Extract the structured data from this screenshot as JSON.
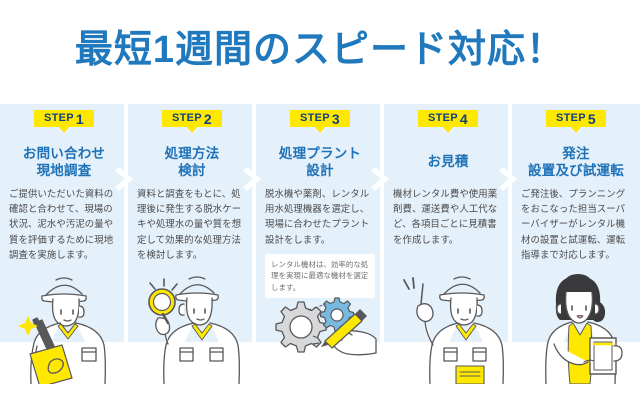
{
  "page": {
    "title": "最短1週間のスピード対応！",
    "accent_blue": "#1f72b8",
    "badge_yellow": "#ffe800",
    "column_bg": "#e4f0fa",
    "body_text_color": "#4a4a4a"
  },
  "steps": [
    {
      "badge_label": "STEP",
      "badge_number": "1",
      "heading_line1": "お問い合わせ",
      "heading_line2": "現地調査",
      "body": "ご提供いただいた資料の確認と合わせて、現場の状況、泥水や汚泥の量や質を評価するために現地調査を実施します。",
      "note": "",
      "illustration": "worker-with-clipboard-and-pen"
    },
    {
      "badge_label": "STEP",
      "badge_number": "2",
      "heading_line1": "処理方法",
      "heading_line2": "検討",
      "body": "資料と調査をもとに、処理後に発生する脱水ケーキや処理水の量や質を想定して効果的な処理方法を検討します。",
      "note": "",
      "illustration": "worker-with-magnifying-glass"
    },
    {
      "badge_label": "STEP",
      "badge_number": "3",
      "heading_line1": "処理プラント",
      "heading_line2": "設計",
      "body": "脱水機や薬剤、レンタル用水処理機器を選定し、現場に合わせたプラント設計をします。",
      "note": "レンタル機材は、効率的な処理を実現に最適な機材を選定します。",
      "illustration": "gears-and-hand-with-pencil"
    },
    {
      "badge_label": "STEP",
      "badge_number": "4",
      "heading_line1": "お見積",
      "heading_line2": "",
      "body": "機材レンタル費や使用薬剤費、運送費や人工代など、各項目ごとに見積書を作成します。",
      "note": "",
      "illustration": "worker-pointing-up"
    },
    {
      "badge_label": "STEP",
      "badge_number": "5",
      "heading_line1": "発注",
      "heading_line2": "設置及び試運転",
      "body": "ご発注後、プランニングをおこなった担当スーパーバイザーがレンタル機材の設置と試運転、運転指導まで対応します。",
      "note": "",
      "illustration": "woman-with-tablet"
    }
  ],
  "separators": {
    "icon": "chevron-right-icon",
    "color": "#ffffff",
    "count": 4
  }
}
